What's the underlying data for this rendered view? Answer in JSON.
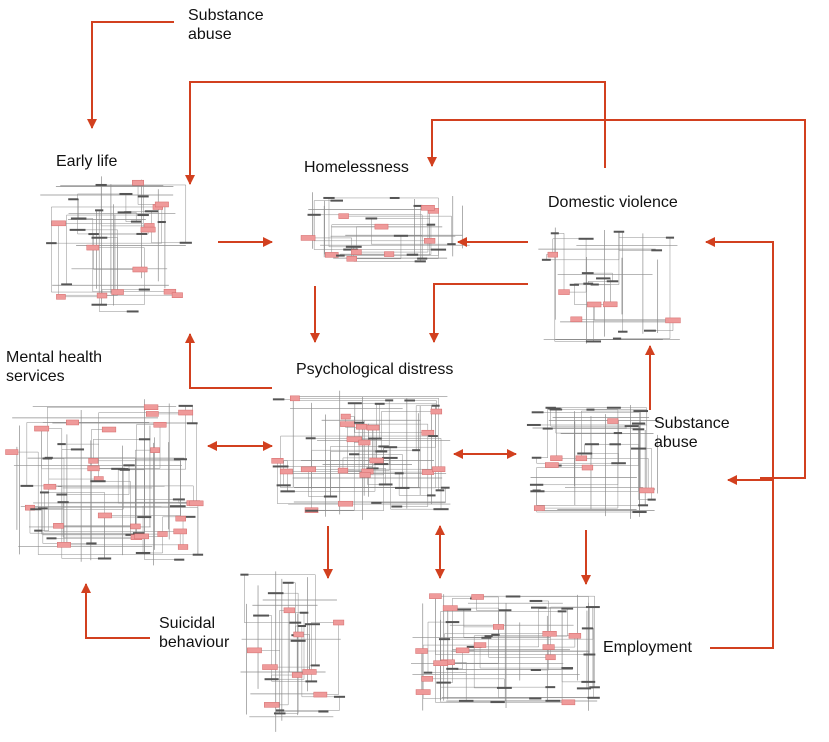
{
  "labels": {
    "substance_abuse_top": [
      "Substance",
      "abuse"
    ],
    "early_life": "Early life",
    "homelessness": "Homelessness",
    "domestic_violence": "Domestic violence",
    "mental_health_services": [
      "Mental health",
      "services"
    ],
    "psychological_distress": "Psychological distress",
    "substance_abuse_right": [
      "Substance",
      "abuse"
    ],
    "suicidal_behaviour": [
      "Suicidal",
      "behaviour"
    ],
    "employment": "Employment"
  },
  "colors": {
    "arrow": "#d2401f",
    "network_line": "#8c8c8c",
    "network_node": "#ef9a9a",
    "network_node_border": "#d46a6a",
    "label": "#111111"
  }
}
